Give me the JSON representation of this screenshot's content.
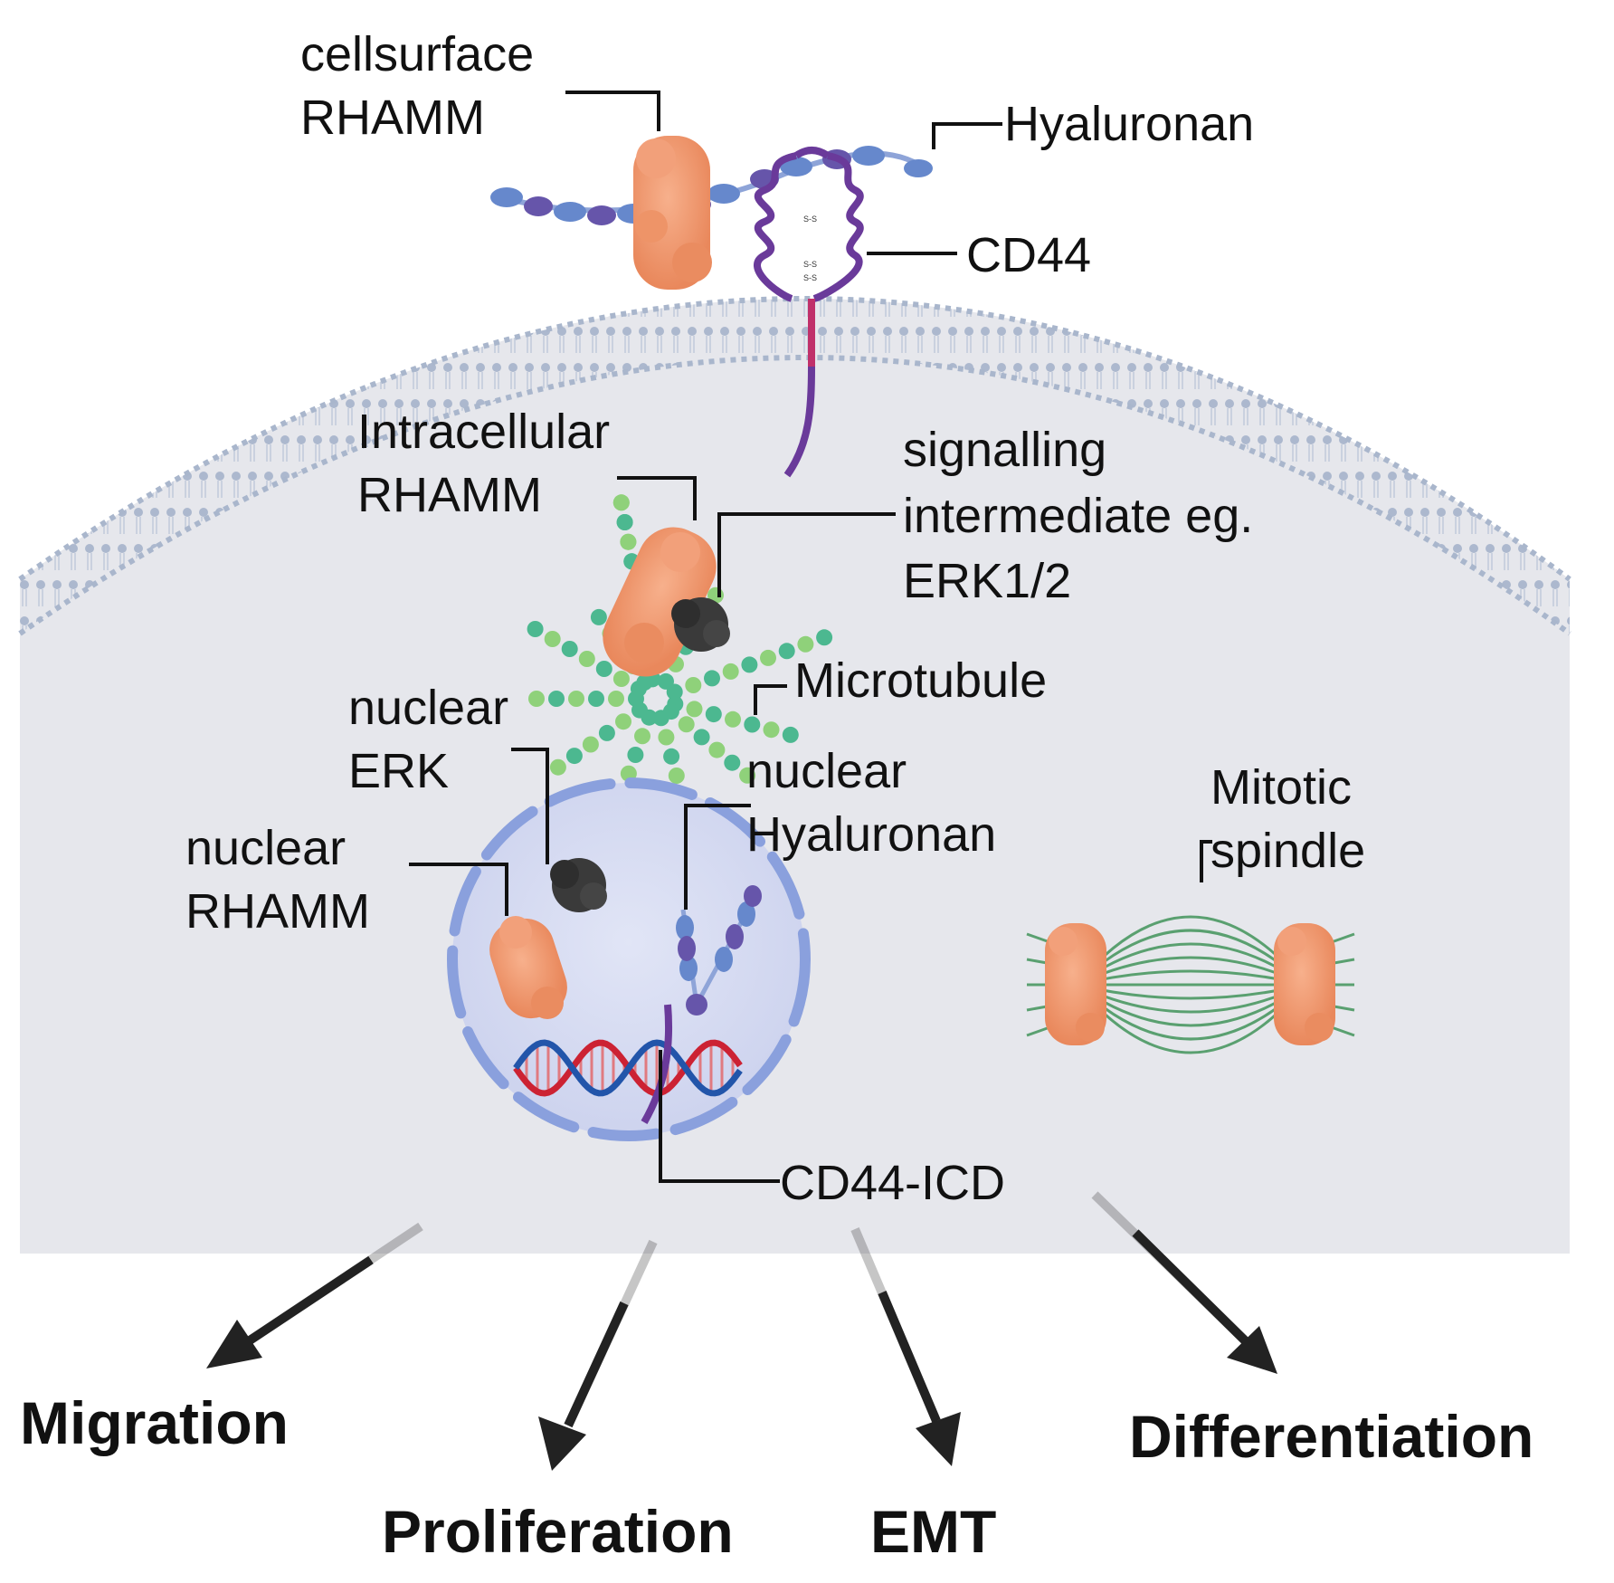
{
  "labels": {
    "cellsurface": "cellsurface",
    "rhamm_surface": "RHAMM",
    "hyaluronan": "Hyaluronan",
    "cd44": "CD44",
    "intracellular": "Intracellular",
    "rhamm_intracellular": "RHAMM",
    "signalling": "signalling",
    "intermediate": "intermediate eg.",
    "erk12": "ERK1/2",
    "microtubule": "Microtubule",
    "nuclear_erk_1": "nuclear",
    "nuclear_erk_2": "ERK",
    "nuclear_hyaluronan_1": "nuclear",
    "nuclear_hyaluronan_2": "Hyaluronan",
    "mitotic": "Mitotic",
    "spindle": "spindle",
    "nuclear_rhamm_1": "nuclear",
    "nuclear_rhamm_2": "RHAMM",
    "cd44_icd": "CD44-ICD",
    "disulfide": "S-S"
  },
  "outcomes": {
    "migration": "Migration",
    "proliferation": "Proliferation",
    "emt": "EMT",
    "differentiation": "Differentiation"
  },
  "colors": {
    "cytoplasm": "#e6e7ec",
    "membrane": "#a9b6cc",
    "rhamm": "#f0956a",
    "erk": "#3a3a3a",
    "hyaluronan_a": "#6688cc",
    "hyaluronan_b": "#6655aa",
    "cd44": "#6a3a9a",
    "cd44_tm": "#c0306a",
    "microtubule": "#4cb890",
    "nucleus": "#d8dcf0",
    "nuclear_envelope": "#8aa0dd",
    "dna_a": "#cc2233",
    "dna_b": "#2255aa",
    "spindle": "#5aa070",
    "arrow": "#222222"
  }
}
